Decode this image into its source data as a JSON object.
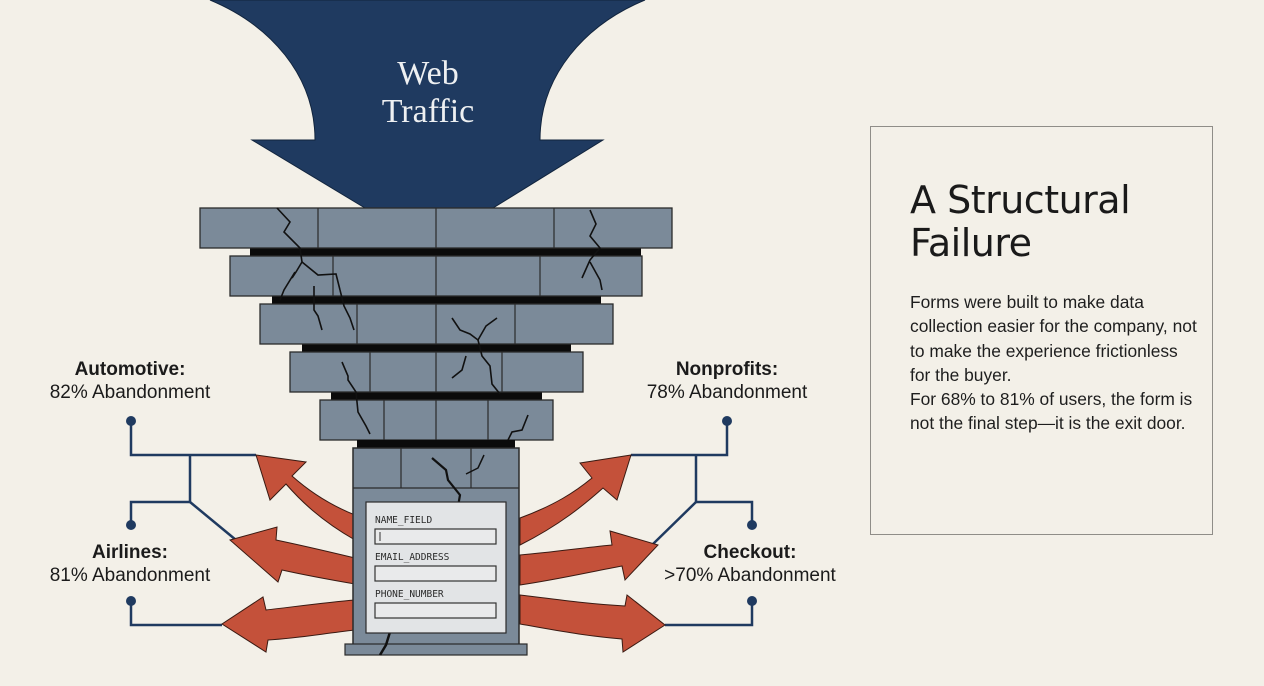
{
  "funnel": {
    "label_line1": "Web",
    "label_line2": "Traffic",
    "colors": {
      "arrow": "#1f3a60",
      "brick": "#7b8a99",
      "mortar": "#0b0b0b",
      "exit_arrow": "#c4513a",
      "connector": "#1f3a60",
      "form_bg": "#e2e4e6"
    }
  },
  "form": {
    "fields": [
      {
        "label": "NAME_FIELD",
        "value": "|"
      },
      {
        "label": "EMAIL_ADDRESS",
        "value": ""
      },
      {
        "label": "PHONE_NUMBER",
        "value": ""
      }
    ]
  },
  "callouts": {
    "automotive": {
      "title": "Automotive:",
      "value": "82% Abandonment"
    },
    "airlines": {
      "title": "Airlines:",
      "value": "81% Abandonment"
    },
    "nonprofits": {
      "title": "Nonprofits:",
      "value": "78% Abandonment"
    },
    "checkout": {
      "title": "Checkout:",
      "value": ">70% Abandonment"
    }
  },
  "panel": {
    "title_line1": "A Structural",
    "title_line2": "Failure",
    "paragraph1": "Forms were built to make data collection easier for the company, not to make the experience frictionless for the buyer.",
    "paragraph2": "For 68% to 81% of users, the form is not the final step—it is the exit door."
  }
}
